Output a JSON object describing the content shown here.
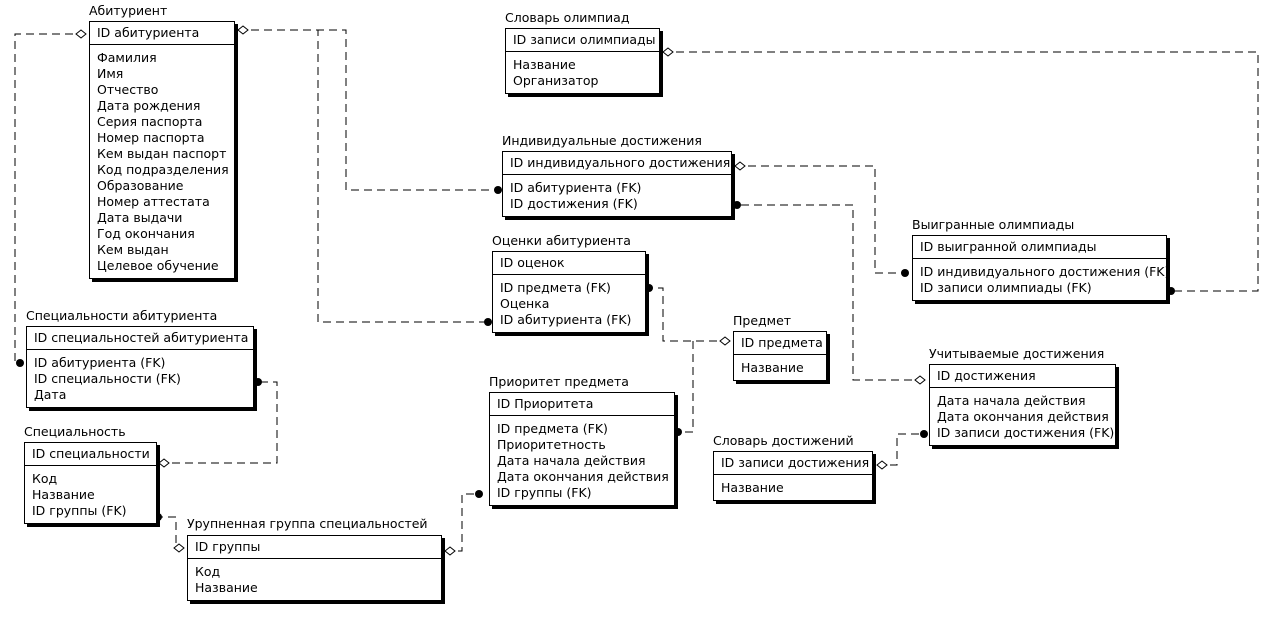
{
  "entities": {
    "abiturient": {
      "title": "Абитуриент",
      "pk": [
        "ID абитуриента"
      ],
      "attrs": [
        "Фамилия",
        "Имя",
        "Отчество",
        "Дата рождения",
        "Серия паспорта",
        "Номер паспорта",
        "Кем выдан паспорт",
        "Код подразделения",
        "Образование",
        "Номер аттестата",
        "Дата выдачи",
        "Год окончания",
        "Кем выдан",
        "Целевое обучение"
      ]
    },
    "specialnosti_abiturienta": {
      "title": "Специальности абитуриента",
      "pk": [
        "ID специальностей абитуриента"
      ],
      "attrs": [
        "ID абитуриента (FK)",
        "ID специальности (FK)",
        "Дата"
      ]
    },
    "specialnost": {
      "title": "Специальность",
      "pk": [
        "ID специальности"
      ],
      "attrs": [
        "Код",
        "Название",
        "ID группы (FK)"
      ]
    },
    "ukrupnennaya_gruppa": {
      "title": "Урупненная группа специальностей",
      "pk": [
        "ID группы"
      ],
      "attrs": [
        "Код",
        "Название"
      ]
    },
    "slovar_olimpiad": {
      "title": "Словарь олимпиад",
      "pk": [
        "ID записи олимпиады"
      ],
      "attrs": [
        "Название",
        "Организатор"
      ]
    },
    "individualnye_dostizheniya": {
      "title": "Индивидуальные достижения",
      "pk": [
        "ID индивидуального достижения"
      ],
      "attrs": [
        "ID абитуриента (FK)",
        "ID достижения (FK)"
      ]
    },
    "ocenki_abiturienta": {
      "title": "Оценки абитуриента",
      "pk": [
        "ID оценок"
      ],
      "attrs": [
        "ID предмета (FK)",
        "Оценка",
        "ID абитуриента (FK)"
      ]
    },
    "predmet": {
      "title": "Предмет",
      "pk": [
        "ID предмета"
      ],
      "attrs": [
        "Название"
      ]
    },
    "prioritet_predmeta": {
      "title": "Приоритет предмета",
      "pk": [
        "ID Приоритета"
      ],
      "attrs": [
        "ID предмета (FK)",
        "Приоритетность",
        "Дата начала действия",
        "Дата окончания действия",
        "ID группы (FK)"
      ]
    },
    "vyigrannye_olimpiady": {
      "title": "Выигранные олимпиады",
      "pk": [
        "ID выигранной олимпиады"
      ],
      "attrs": [
        "ID индивидуального достижения (FK)",
        "ID записи олимпиады (FK)"
      ]
    },
    "uchityvaemye_dostizheniya": {
      "title": "Учитываемые достижения",
      "pk": [
        "ID достижения"
      ],
      "attrs": [
        "Дата начала действия",
        "Дата окончания действия",
        "ID записи достижения (FK)"
      ]
    },
    "slovar_dostizheniy": {
      "title": "Словарь достижений",
      "pk": [
        "ID записи достижения"
      ],
      "attrs": [
        "Название"
      ]
    }
  },
  "relationships": [
    {
      "from": "abiturient",
      "to": "specialnosti_abiturienta",
      "label": ""
    },
    {
      "from": "abiturient",
      "to": "individualnye_dostizheniya",
      "label": ""
    },
    {
      "from": "abiturient",
      "to": "ocenki_abiturienta",
      "label": ""
    },
    {
      "from": "specialnost",
      "to": "specialnosti_abiturienta",
      "label": ""
    },
    {
      "from": "ukrupnennaya_gruppa",
      "to": "specialnost",
      "label": ""
    },
    {
      "from": "ukrupnennaya_gruppa",
      "to": "prioritet_predmeta",
      "label": ""
    },
    {
      "from": "predmet",
      "to": "ocenki_abiturienta",
      "label": ""
    },
    {
      "from": "predmet",
      "to": "prioritet_predmeta",
      "label": ""
    },
    {
      "from": "individualnye_dostizheniya",
      "to": "vyigrannye_olimpiady",
      "label": ""
    },
    {
      "from": "slovar_olimpiad",
      "to": "vyigrannye_olimpiady",
      "label": ""
    },
    {
      "from": "uchityvaemye_dostizheniya",
      "to": "individualnye_dostizheniya",
      "label": ""
    },
    {
      "from": "slovar_dostizheniy",
      "to": "uchityvaemye_dostizheniya",
      "label": ""
    }
  ]
}
